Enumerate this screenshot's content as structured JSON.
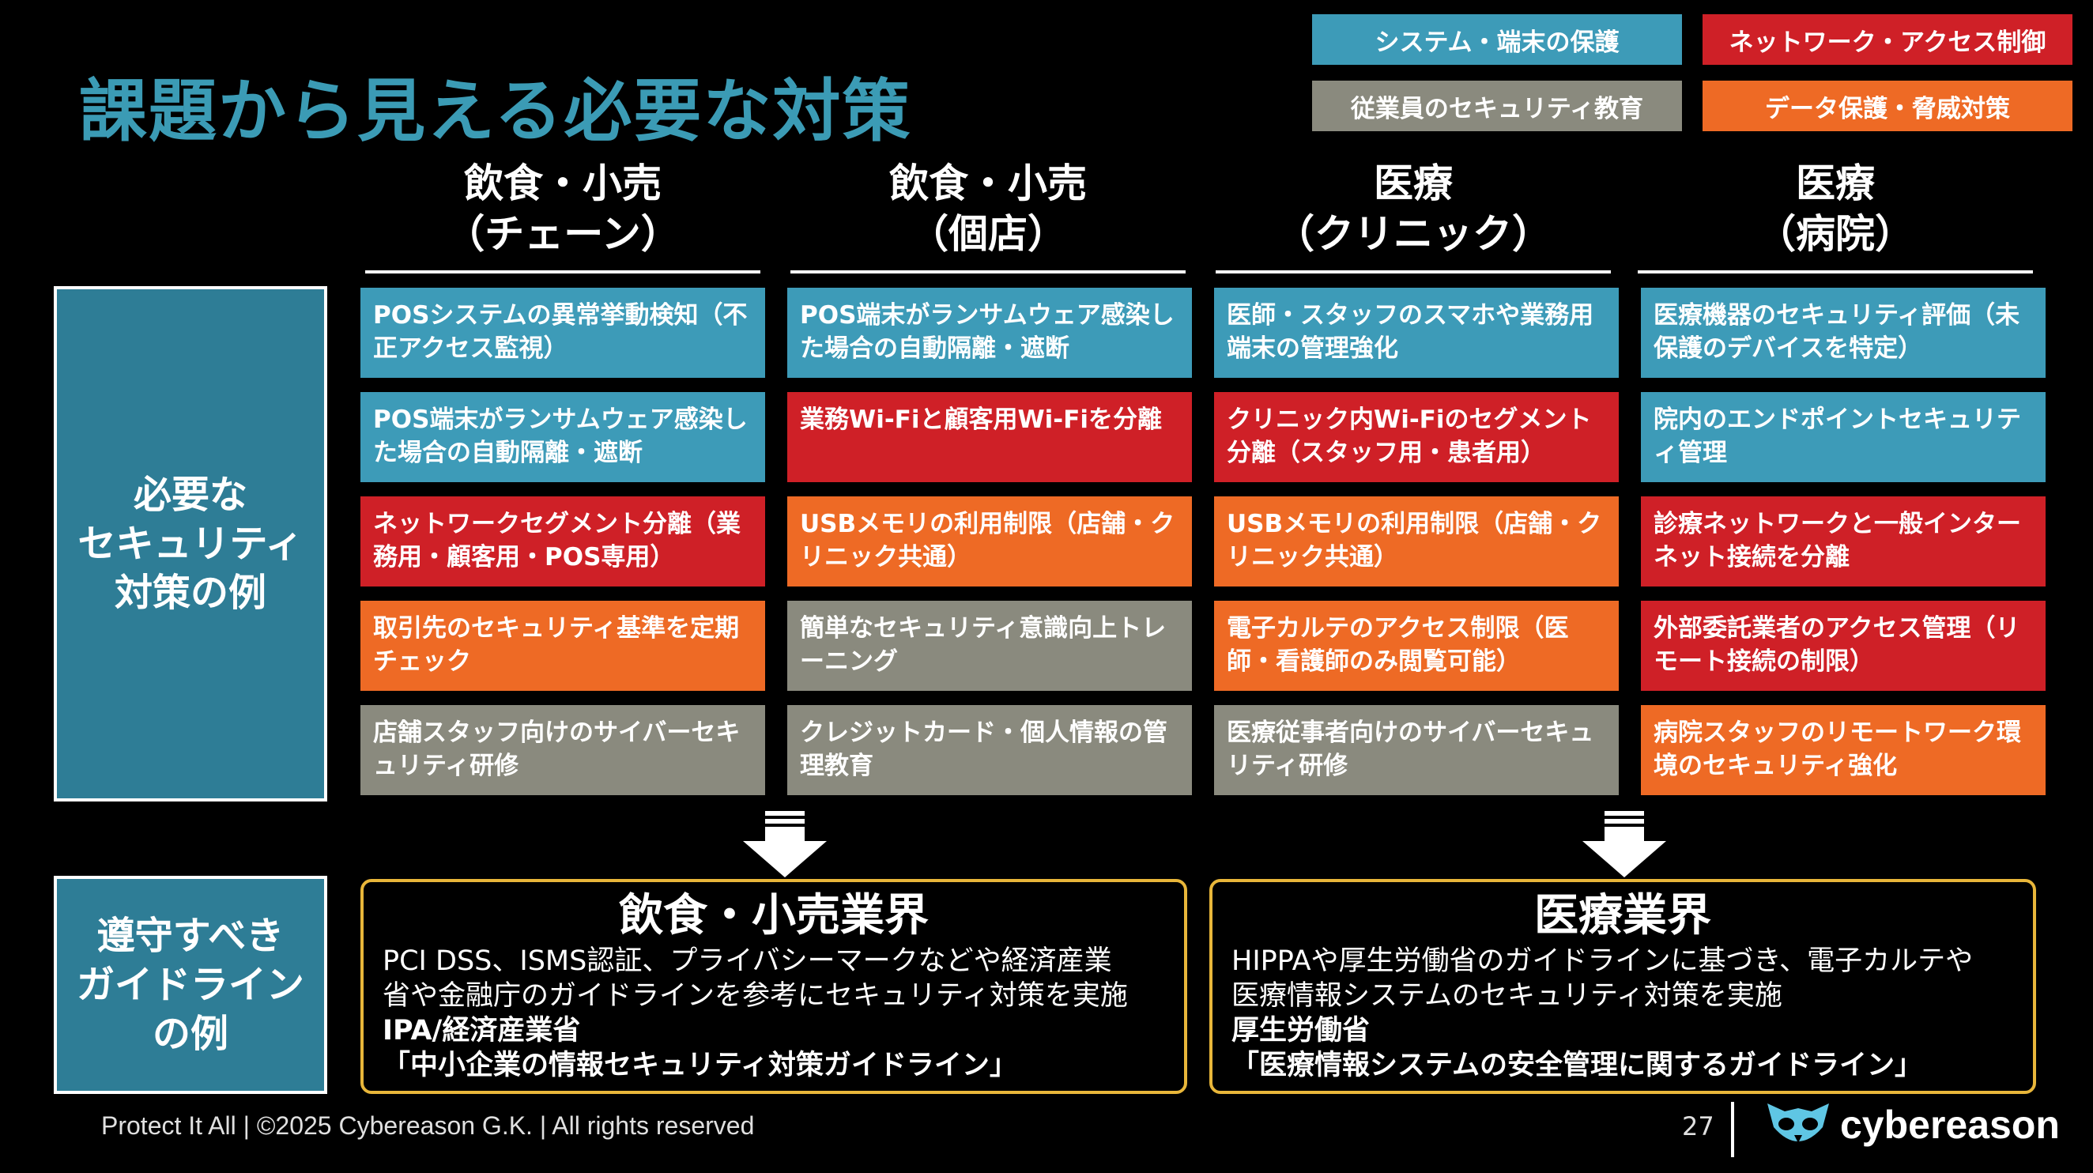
{
  "title": "課題から見える必要な対策",
  "legend": [
    {
      "label": "システム・端末の保護",
      "color": "#3d9bb8"
    },
    {
      "label": "ネットワーク・アクセス制御",
      "color": "#cf2027"
    },
    {
      "label": "従業員のセキュリティ教育",
      "color": "#8a8a7e"
    },
    {
      "label": "データ保護・脅威対策",
      "color": "#ee6a25"
    }
  ],
  "columns": [
    {
      "line1": "飲食・小売",
      "line2": "（チェーン）"
    },
    {
      "line1": "飲食・小売",
      "line2": "（個店）"
    },
    {
      "line1": "医療",
      "line2": "（クリニック）"
    },
    {
      "line1": "医療",
      "line2": "（病院）"
    }
  ],
  "side": {
    "measures": [
      "必要な",
      "セキュリティ",
      "対策の例"
    ],
    "guidelines": [
      "遵守すべき",
      "ガイドライン",
      "の例"
    ]
  },
  "grid": [
    [
      {
        "text": "POSシステムの異常挙動検知（不正アクセス監視）",
        "kind": "blue"
      },
      {
        "text": "POS端末がランサムウェア感染した場合の自動隔離・遮断",
        "kind": "blue"
      },
      {
        "text": "ネットワークセグメント分離（業務用・顧客用・POS専用）",
        "kind": "red"
      },
      {
        "text": "取引先のセキュリティ基準を定期チェック",
        "kind": "orange"
      },
      {
        "text": "店舗スタッフ向けのサイバーセキュリティ研修",
        "kind": "gray"
      }
    ],
    [
      {
        "text": "POS端末がランサムウェア感染した場合の自動隔離・遮断",
        "kind": "blue"
      },
      {
        "text": "業務Wi-Fiと顧客用Wi-Fiを分離",
        "kind": "red"
      },
      {
        "text": "USBメモリの利用制限（店舗・クリニック共通）",
        "kind": "orange"
      },
      {
        "text": "簡単なセキュリティ意識向上トレーニング",
        "kind": "gray"
      },
      {
        "text": "クレジットカード・個人情報の管理教育",
        "kind": "gray"
      }
    ],
    [
      {
        "text": "医師・スタッフのスマホや業務用端末の管理強化",
        "kind": "blue"
      },
      {
        "text": "クリニック内Wi-Fiのセグメント分離（スタッフ用・患者用）",
        "kind": "red"
      },
      {
        "text": "USBメモリの利用制限（店舗・クリニック共通）",
        "kind": "orange"
      },
      {
        "text": "電子カルテのアクセス制限（医師・看護師のみ閲覧可能）",
        "kind": "orange"
      },
      {
        "text": "医療従事者向けのサイバーセキュリティ研修",
        "kind": "gray"
      }
    ],
    [
      {
        "text": "医療機器のセキュリティ評価（未保護のデバイスを特定）",
        "kind": "blue"
      },
      {
        "text": "院内のエンドポイントセキュリティ管理",
        "kind": "blue"
      },
      {
        "text": "診療ネットワークと一般インターネット接続を分離",
        "kind": "red"
      },
      {
        "text": "外部委託業者のアクセス管理（リモート接続の制限）",
        "kind": "red"
      },
      {
        "text": "病院スタッフのリモートワーク環境のセキュリティ強化",
        "kind": "orange"
      }
    ]
  ],
  "guidelines": [
    {
      "title": "飲食・小売業界",
      "body": "PCI DSS、ISMS認証、プライバシーマークなどや経済産業\n省や金融庁のガイドラインを参考にセキュリティ対策を実施",
      "org": "IPA/経済産業省",
      "doc": "「中小企業の情報セキュリティ対策ガイドライン」"
    },
    {
      "title": "医療業界",
      "body": "HIPPAや厚生労働省のガイドラインに基づき、電子カルテや\n医療情報システムのセキュリティ対策を実施",
      "org": "厚生労働省",
      "doc": "「医療情報システムの安全管理に関するガイドライン」"
    }
  ],
  "footer": {
    "text": "Protect It All | ©2025 Cybereason G.K. | All rights reserved",
    "page": "27",
    "brand": "cybereason"
  }
}
